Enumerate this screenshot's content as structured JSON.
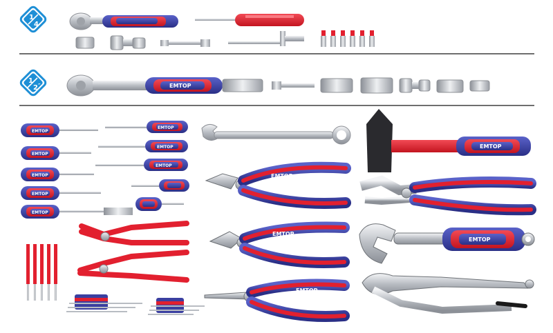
{
  "badges": [
    {
      "num": "1",
      "den": "4",
      "suffix": ""
    },
    {
      "num": "1",
      "den": "2",
      "suffix": "″"
    }
  ],
  "brand": "EMTOP",
  "colors": {
    "handle_red": "#e2202f",
    "handle_blue": "#3a3fa0",
    "chrome": "#c9ccd1",
    "divider": "#6e6e6e",
    "badge": "#1e8fd6"
  }
}
